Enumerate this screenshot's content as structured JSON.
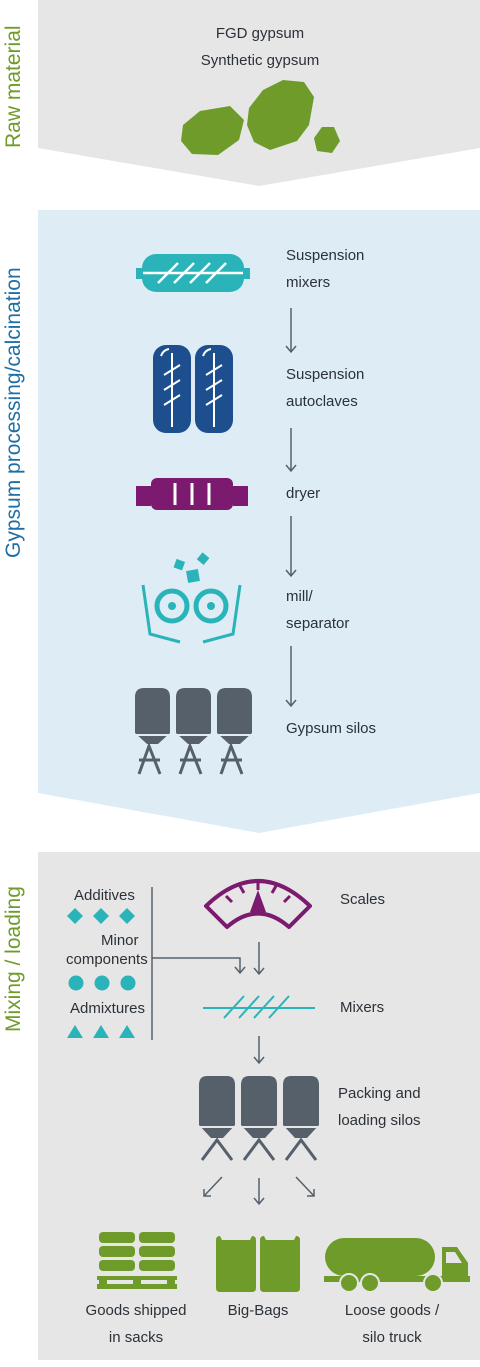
{
  "sections": {
    "raw": {
      "title": "Raw material",
      "color": "#6e9b2a"
    },
    "processing": {
      "title": "Gypsum processing/calcination",
      "color": "#1f6fa5"
    },
    "mixing": {
      "title": "Mixing / loading",
      "color": "#6e9b2a"
    }
  },
  "raw_material": {
    "line1": "FGD gypsum",
    "line2": "Synthetic gypsum"
  },
  "processing_steps": [
    {
      "line1": "Suspension",
      "line2": "mixers",
      "icon": "mixer-icon"
    },
    {
      "line1": "Suspension",
      "line2": "autoclaves",
      "icon": "autoclave-icon"
    },
    {
      "line1": "dryer",
      "line2": "",
      "icon": "dryer-icon"
    },
    {
      "line1": "mill/",
      "line2": "separator",
      "icon": "mill-icon"
    },
    {
      "line1": "Gypsum silos",
      "line2": "",
      "icon": "silos-icon"
    }
  ],
  "additives": {
    "line1": "Additives",
    "line2": "Minor",
    "line3": "components",
    "line4": "Admixtures"
  },
  "mixing_steps": {
    "scales": "Scales",
    "mixers": "Mixers",
    "silos_line1": "Packing and",
    "silos_line2": "loading silos"
  },
  "outputs": [
    {
      "line1": "Goods shipped",
      "line2": "in sacks",
      "icon": "sacks-pallet-icon"
    },
    {
      "line1": "Big-Bags",
      "line2": "",
      "icon": "big-bags-icon"
    },
    {
      "line1": "Loose goods /",
      "line2": "silo truck",
      "icon": "silo-truck-icon"
    }
  ],
  "colors": {
    "green": "#6e9b2a",
    "teal": "#2ab3b9",
    "navy": "#1d4f8f",
    "purple": "#7b1a6e",
    "slate": "#56606b",
    "grey_bg": "#e6e6e6",
    "blue_bg": "#deedf5"
  }
}
